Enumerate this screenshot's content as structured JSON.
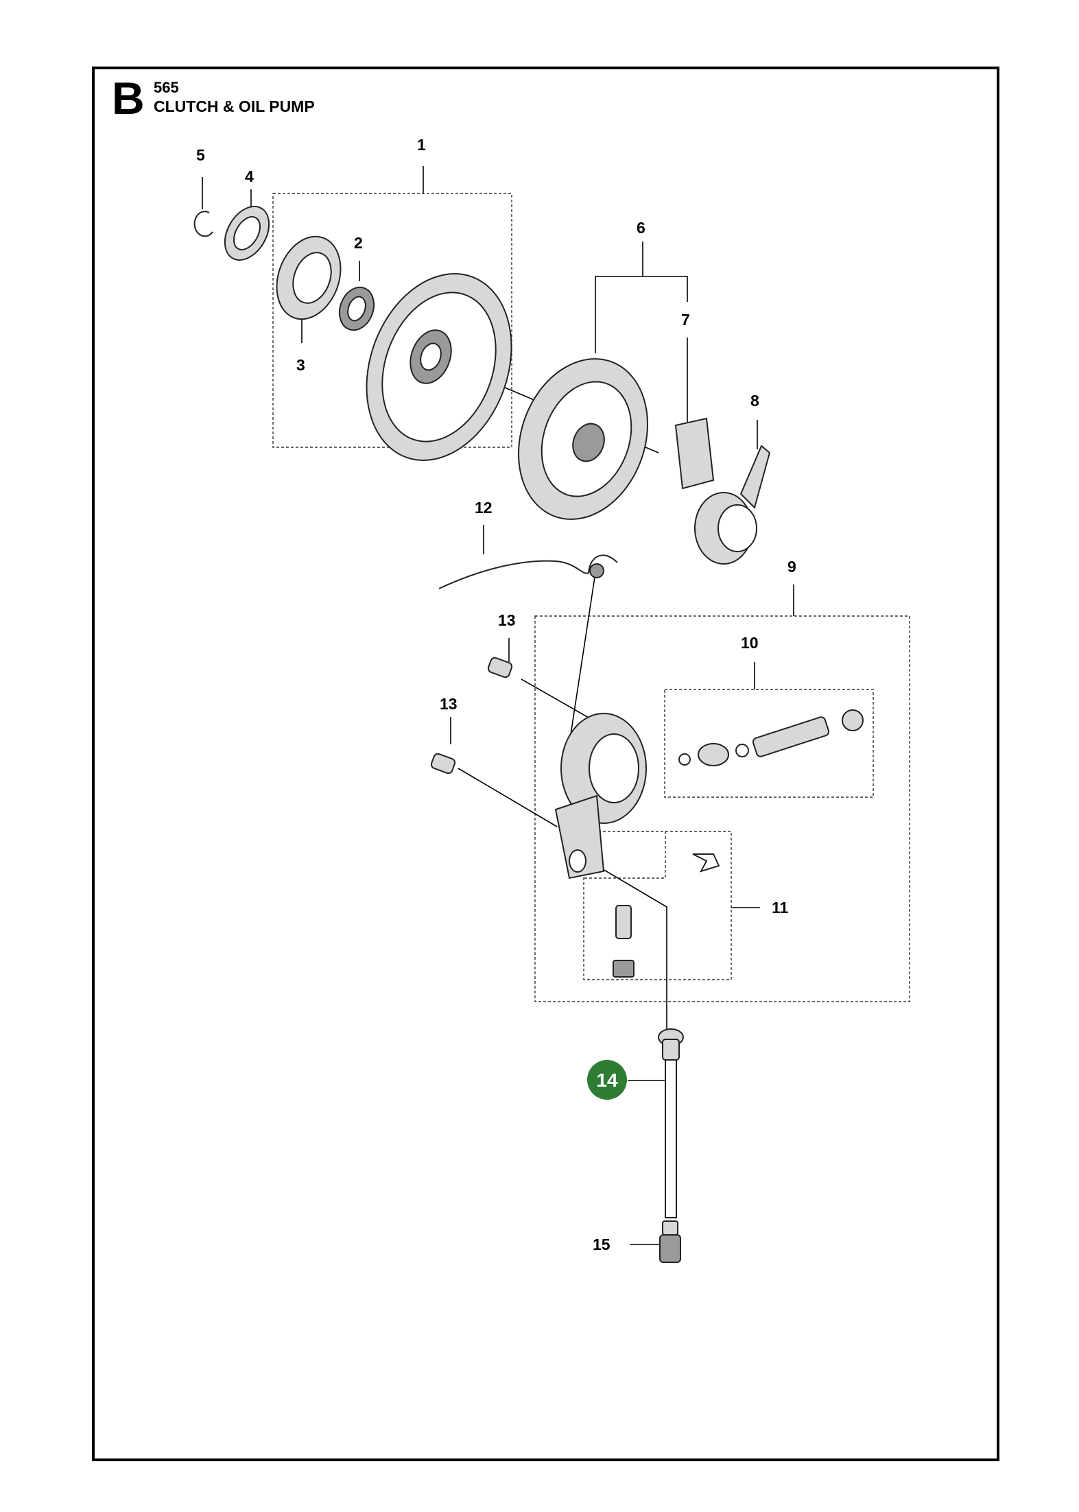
{
  "header": {
    "section_letter": "B",
    "model": "565",
    "title": "CLUTCH & OIL PUMP"
  },
  "callouts": [
    {
      "id": "c1",
      "label": "1"
    },
    {
      "id": "c2",
      "label": "2"
    },
    {
      "id": "c3",
      "label": "3"
    },
    {
      "id": "c4",
      "label": "4"
    },
    {
      "id": "c5",
      "label": "5"
    },
    {
      "id": "c6",
      "label": "6"
    },
    {
      "id": "c7",
      "label": "7"
    },
    {
      "id": "c8",
      "label": "8"
    },
    {
      "id": "c9",
      "label": "9"
    },
    {
      "id": "c10",
      "label": "10"
    },
    {
      "id": "c11",
      "label": "11"
    },
    {
      "id": "c12",
      "label": "12"
    },
    {
      "id": "c13a",
      "label": "13"
    },
    {
      "id": "c13b",
      "label": "13"
    },
    {
      "id": "c14",
      "label": "14"
    },
    {
      "id": "c15",
      "label": "15"
    }
  ],
  "highlight": {
    "label": "14",
    "color": "#2e7d32"
  }
}
